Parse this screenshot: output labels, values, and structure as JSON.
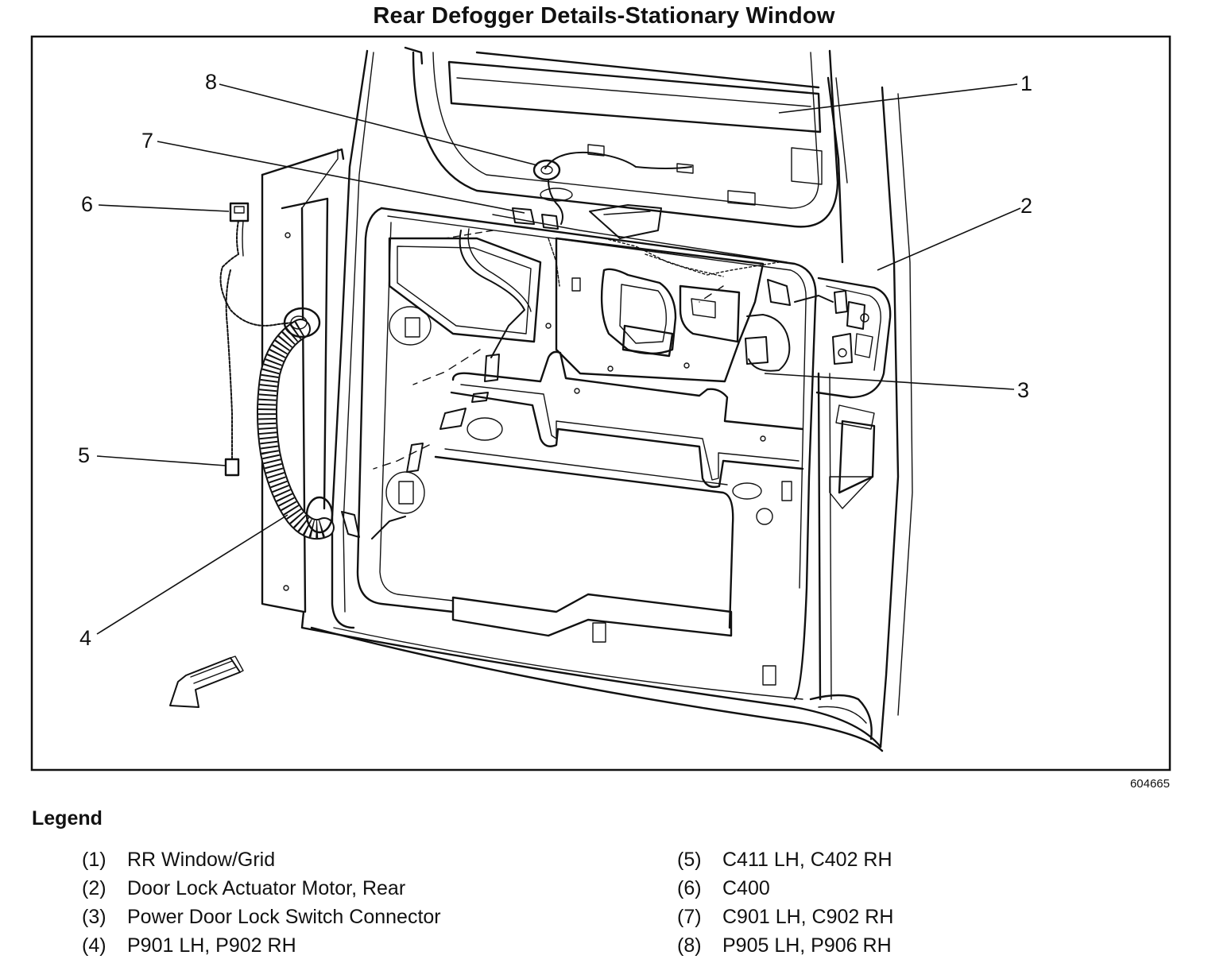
{
  "title": "Rear Defogger Details-Stationary Window",
  "figure_id": "604665",
  "callouts": [
    "1",
    "2",
    "3",
    "4",
    "5",
    "6",
    "7",
    "8"
  ],
  "legend": {
    "heading": "Legend",
    "items": [
      {
        "num": "(1)",
        "text": "RR Window/Grid"
      },
      {
        "num": "(2)",
        "text": "Door Lock Actuator Motor, Rear"
      },
      {
        "num": "(3)",
        "text": "Power Door Lock Switch Connector"
      },
      {
        "num": "(4)",
        "text": "P901 LH, P902 RH"
      },
      {
        "num": "(5)",
        "text": "C411 LH, C402 RH"
      },
      {
        "num": "(6)",
        "text": "C400"
      },
      {
        "num": "(7)",
        "text": "C901 LH, C902 RH"
      },
      {
        "num": "(8)",
        "text": "P905 LH, P906 RH"
      }
    ]
  },
  "icons": {
    "direction_arrow": "forward-arrow-icon"
  }
}
